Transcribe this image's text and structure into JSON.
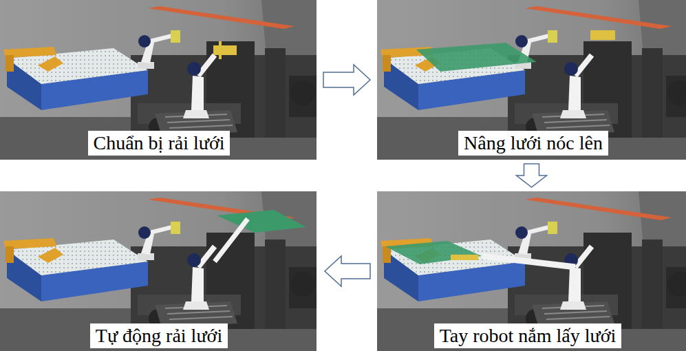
{
  "diagram": {
    "nodes": [
      {
        "text": [
          "Chuẩn bị rải lưới"
        ]
      },
      {
        "text": [
          "Nâng lưới nóc lên"
        ]
      },
      {
        "text": [
          "Tự động rải lưới"
        ]
      },
      {
        "text": [
          "Tay robot nắm lấy lưới"
        ]
      }
    ],
    "edges": [
      {
        "from": 0,
        "to": 1,
        "arrow": "to"
      },
      {
        "from": 1,
        "to": 3,
        "arrow": "to"
      },
      {
        "from": 3,
        "to": 2,
        "arrow": "to"
      }
    ]
  }
}
